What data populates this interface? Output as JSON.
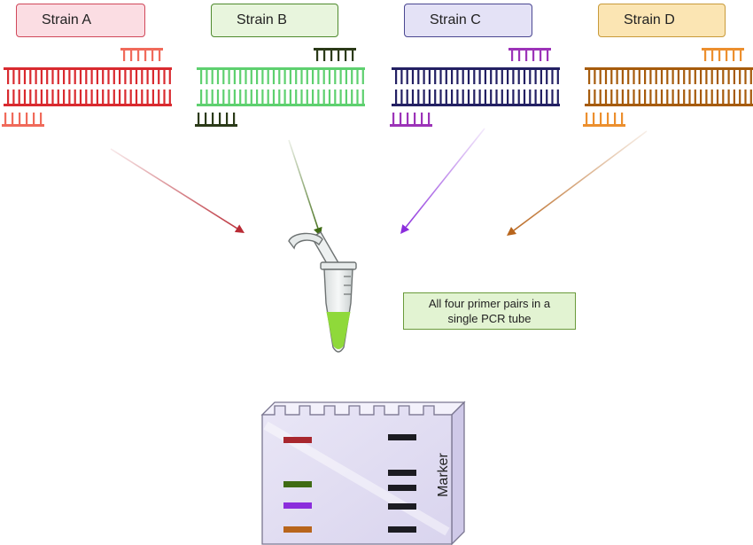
{
  "strains": [
    {
      "label": "Strain A",
      "fill": "#fbdde3",
      "border": "#d0485a",
      "dna": "#d92a2f",
      "primer": "#f06a5a"
    },
    {
      "label": "Strain B",
      "fill": "#e8f5dd",
      "border": "#4f8a2e",
      "dna": "#5ed06f",
      "primer": "#2b3a18"
    },
    {
      "label": "Strain C",
      "fill": "#e4e2f6",
      "border": "#4a4791",
      "dna": "#232063",
      "primer": "#9c33b8"
    },
    {
      "label": "Strain D",
      "fill": "#fbe5b3",
      "border": "#c89a3a",
      "dna": "#a65b0c",
      "primer": "#ec8f2e"
    }
  ],
  "arrow_colors": [
    "#b92b35",
    "#3f6b14",
    "#8b2ddc",
    "#b8651c"
  ],
  "tube_liquid_color": "#8fd93a",
  "note": {
    "line1": "All four primer pairs in a",
    "line2": "single PCR tube"
  },
  "gel": {
    "marker_label": "Marker",
    "sample_bands": [
      "#a8262e",
      "#3f6b14",
      "#8b2ddc",
      "#b8651c"
    ],
    "marker_band_color": "#1c1c22",
    "marker_band_count": 5
  }
}
